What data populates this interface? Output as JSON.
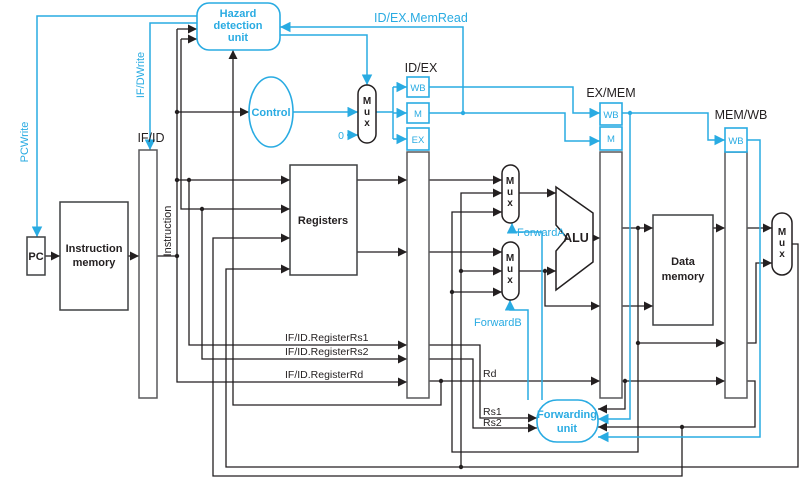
{
  "colors": {
    "accent": "#29abe2",
    "wire": "#231f20"
  },
  "stages": {
    "if_id": "IF/ID",
    "id_ex": "ID/EX",
    "ex_mem": "EX/MEM",
    "mem_wb": "MEM/WB"
  },
  "units": {
    "pc": "PC",
    "instruction_memory": [
      "Instruction",
      "memory"
    ],
    "registers": "Registers",
    "alu": "ALU",
    "data_memory": [
      "Data",
      "memory"
    ],
    "hazard_detection_unit": [
      "Hazard",
      "detection",
      "unit"
    ],
    "control": "Control",
    "forwarding_unit": [
      "Forwarding",
      "unit"
    ],
    "mux": [
      "M",
      "u",
      "x"
    ]
  },
  "signals": {
    "pcwrite": "PCWrite",
    "ifd_write": "IF/DWrite",
    "instruction": "Instruction",
    "id_ex_memread": "ID/EX.MemRead",
    "zero": "0",
    "wb": "WB",
    "m": "M",
    "ex": "EX",
    "forward_a": "ForwardA",
    "forward_b": "ForwardB",
    "if_id_register_rs1": "IF/ID.RegisterRs1",
    "if_id_register_rs2": "IF/ID.RegisterRs2",
    "if_id_register_rd": "IF/ID.RegisterRd",
    "rd": "Rd",
    "rs1": "Rs1",
    "rs2": "Rs2"
  }
}
